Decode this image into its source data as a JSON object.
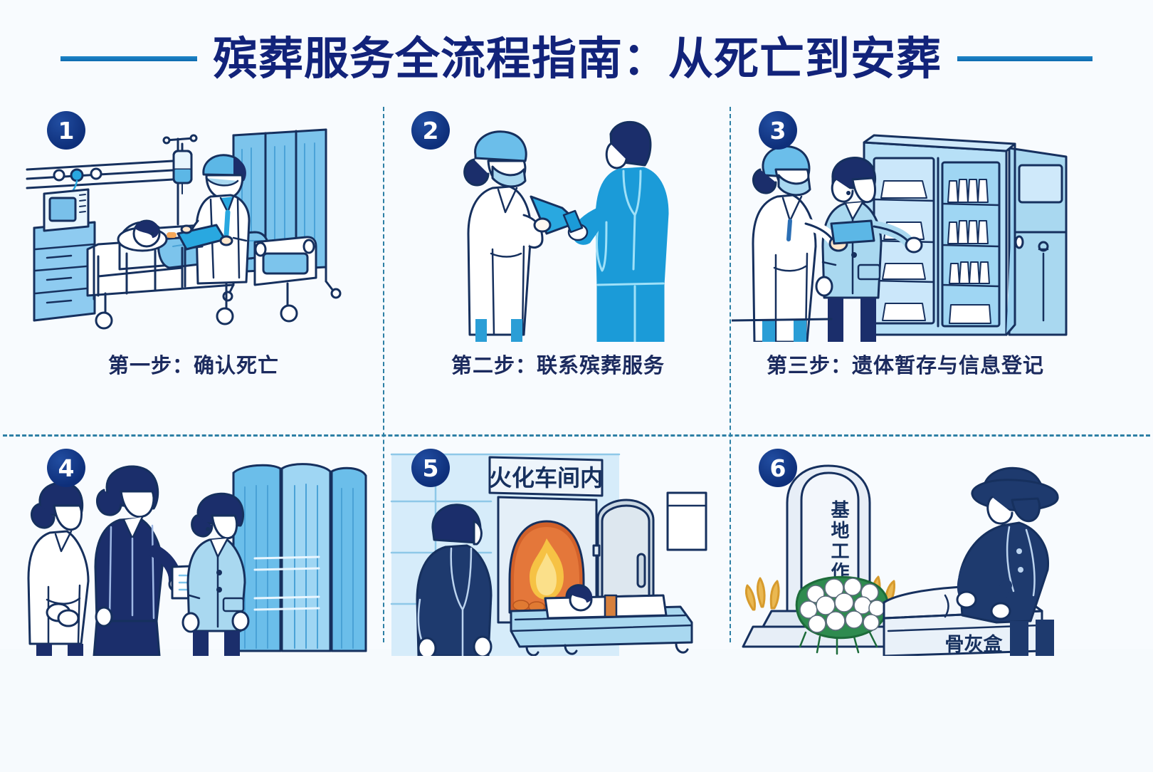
{
  "header": {
    "title": "殡葬服务全流程指南：从死亡到安葬",
    "rule_color": "#1577c0",
    "title_color": "#12237a"
  },
  "theme": {
    "background": "#f6fafd",
    "navy": "#1b2e6b",
    "deep_navy": "#12237a",
    "line": "#16305e",
    "light_blue": "#b7e0f7",
    "mid_blue": "#8ecbf0",
    "bright_blue": "#1b9bd8",
    "cyan": "#29a8e0",
    "divider": "#2d7fa5",
    "flame_orange": "#f08a2c",
    "flame_yellow": "#f6c244",
    "stone": "#dde6f1",
    "leaf_green": "#2e8b4f"
  },
  "steps": [
    {
      "number": "1",
      "caption": "第一步：确认死亡",
      "scene": "hospital-bedside-death-confirmation",
      "labels": []
    },
    {
      "number": "2",
      "caption": "第二步：联系殡葬服务",
      "scene": "nurse-and-family-member-phone-call",
      "labels": []
    },
    {
      "number": "3",
      "caption": "第三步：遗体暂存与信息登记",
      "scene": "mortuary-storage-cabinet-registration",
      "labels": []
    },
    {
      "number": "4",
      "caption": "",
      "scene": "family-receiving-document-from-staff",
      "labels": []
    },
    {
      "number": "5",
      "caption": "",
      "scene": "cremation-furnace-room",
      "labels": [
        "火化车间内"
      ]
    },
    {
      "number": "6",
      "caption": "",
      "scene": "burial-gravestone-and-urn-vault",
      "labels": [
        "基地工作人员",
        "骨灰盒"
      ]
    }
  ],
  "scene_labels": {
    "cremation_room_sign": "火化车间内",
    "gravestone_text": "基地工作人员",
    "urn_box_text": "骨灰盒"
  }
}
